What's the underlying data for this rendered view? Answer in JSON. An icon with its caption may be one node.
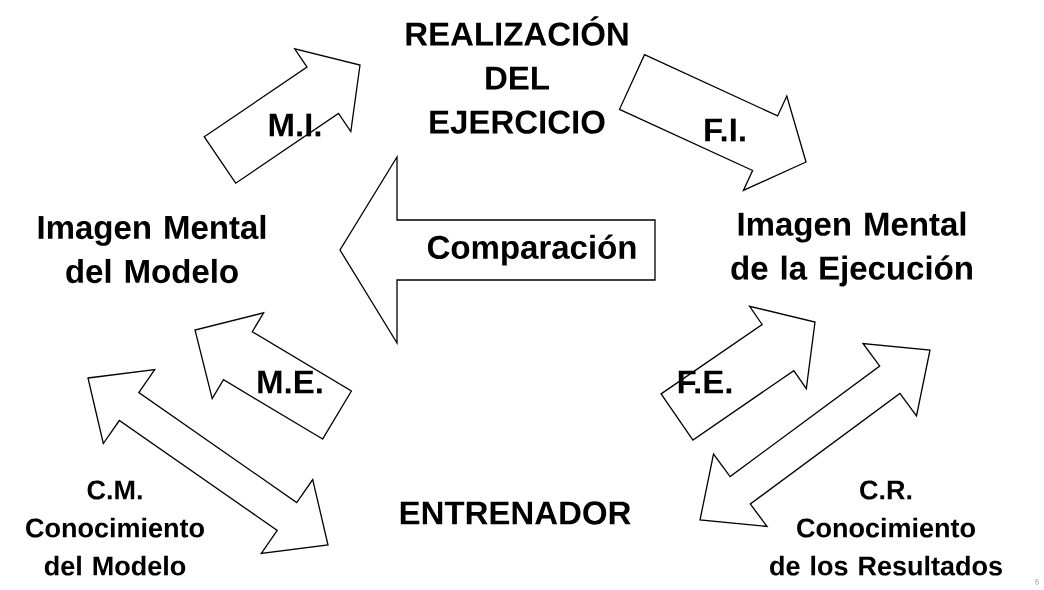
{
  "diagram": {
    "nodes": [
      {
        "text": [
          "REALIZACIÓN DEL EJERCICIO"
        ]
      },
      {
        "text": [
          "Imagen Mental del Modelo"
        ]
      },
      {
        "text": [
          "Imagen Mental de la Ejecución"
        ]
      },
      {
        "text": [
          "ENTRENADOR"
        ]
      }
    ],
    "edges": [
      {
        "from": 1,
        "to": 0,
        "arrow": "to",
        "label": "M.I."
      },
      {
        "from": 0,
        "to": 2,
        "arrow": "to",
        "label": "F.I."
      },
      {
        "from": 2,
        "to": 1,
        "arrow": "to",
        "label": "Comparación"
      },
      {
        "from": 3,
        "to": 1,
        "arrow": "to",
        "label": "M.E."
      },
      {
        "from": 3,
        "to": 2,
        "arrow": "to",
        "label": "F.E."
      },
      {
        "from": 1,
        "to": 3,
        "arrow": "both",
        "label": "C.M. Conocimiento del Modelo"
      },
      {
        "from": 2,
        "to": 3,
        "arrow": "both",
        "label": "C.R. Conocimiento de los Resultados"
      }
    ],
    "labels": [
      "5"
    ]
  }
}
